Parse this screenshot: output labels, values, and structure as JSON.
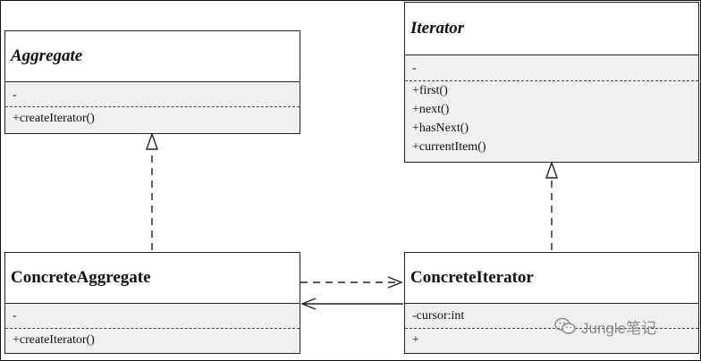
{
  "classes": {
    "aggregate": {
      "name": "Aggregate",
      "attributes": [
        "-"
      ],
      "operations": [
        "+createIterator()"
      ]
    },
    "iterator": {
      "name": "Iterator",
      "attributes": [
        "-"
      ],
      "operations": [
        "+first()",
        "+next()",
        "+hasNext()",
        "+currentItem()"
      ]
    },
    "concrete_aggregate": {
      "name": "ConcreteAggregate",
      "attributes": [
        "-"
      ],
      "operations": [
        "+createIterator()"
      ]
    },
    "concrete_iterator": {
      "name": "ConcreteIterator",
      "attributes": [
        "-cursor:int"
      ],
      "operations": [
        "+"
      ]
    }
  },
  "watermark": {
    "text": "Jungle笔记",
    "icon": "wechat-icon"
  }
}
